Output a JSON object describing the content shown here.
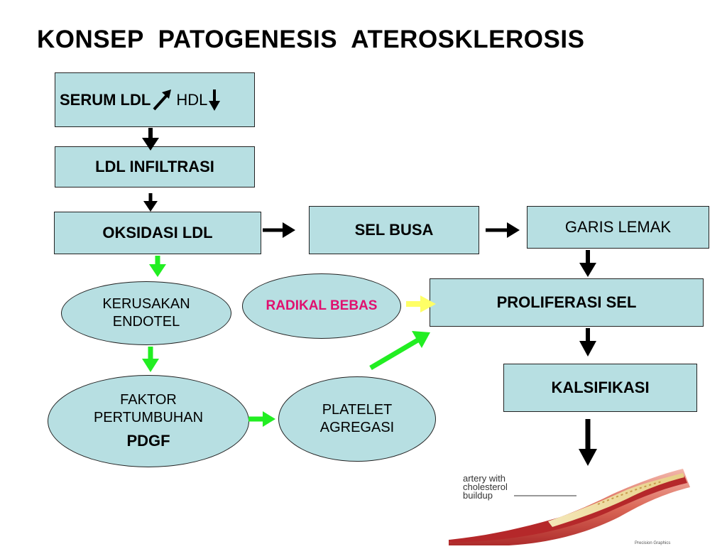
{
  "title": "KONSEP  PATOGENESIS  ATEROSKLEROSIS",
  "nodes": {
    "serum": {
      "ldl": "SERUM LDL",
      "hdl": "HDL"
    },
    "ldl_infiltrasi": "LDL INFILTRASI",
    "oksidasi_ldl": "OKSIDASI LDL",
    "sel_busa": "SEL BUSA",
    "garis_lemak": "GARIS LEMAK",
    "kerusakan_endotel": [
      "KERUSAKAN",
      "ENDOTEL"
    ],
    "radikal_bebas": "RADIKAL BEBAS",
    "proliferasi_sel": "PROLIFERASI SEL",
    "kalsifikasi": "KALSIFIKASI",
    "faktor_pertumbuhan": [
      "FAKTOR",
      "PERTUMBUHAN",
      "PDGF"
    ],
    "platelet_agregasi": [
      "PLATELET",
      "AGREGASI"
    ]
  },
  "artery_image": {
    "caption": [
      "artery with",
      "cholesterol",
      "buildup"
    ],
    "credit": "Precision Graphics"
  },
  "colors": {
    "box_fill": "#b7dfe2",
    "radikal_text": "#e0106f",
    "green_arrow": "#22ee22",
    "yellow_arrow": "#ffff66"
  }
}
